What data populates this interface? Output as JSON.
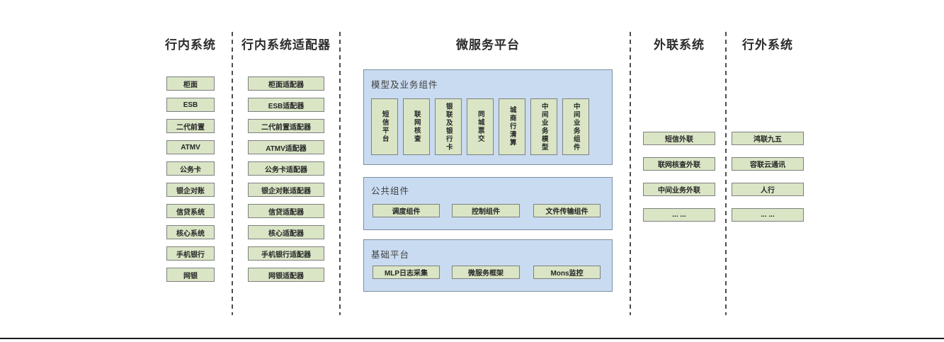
{
  "columns": {
    "internal": {
      "title": "行内系统",
      "items": [
        "柜面",
        "ESB",
        "二代前置",
        "ATMV",
        "公务卡",
        "银企对账",
        "信贷系统",
        "核心系统",
        "手机银行",
        "网银"
      ]
    },
    "adapters": {
      "title": "行内系统适配器",
      "items": [
        "柜面适配器",
        "ESB适配器",
        "二代前置适配器",
        "ATMV适配器",
        "公务卡适配器",
        "银企对账适配器",
        "信贷适配器",
        "核心适配器",
        "手机银行适配器",
        "网银适配器"
      ]
    },
    "platform": {
      "title": "微服务平台",
      "model_group": {
        "label": "模型及业务组件",
        "items": [
          "短信平台",
          "联网核查",
          "银联及银行卡",
          "同城票交",
          "城商行清算",
          "中间业务模型",
          "中间业务组件"
        ]
      },
      "common_group": {
        "label": "公共组件",
        "items": [
          "调度组件",
          "控制组件",
          "文件传输组件"
        ]
      },
      "base_group": {
        "label": "基础平台",
        "items": [
          "MLP日志采集",
          "微服务框架",
          "Mons监控"
        ]
      }
    },
    "outreach": {
      "title": "外联系统",
      "items": [
        "短信外联",
        "联网核查外联",
        "中间业务外联",
        "... ..."
      ]
    },
    "external": {
      "title": "行外系统",
      "items": [
        "鸿联九五",
        "容联云通讯",
        "人行",
        "... ..."
      ]
    }
  },
  "colors": {
    "node_fill": "#d9e5c5",
    "node_border": "#7f7f7f",
    "panel_fill": "#c9dbf0",
    "panel_border": "#7c8fa0",
    "divider": "#4d4d4d",
    "bottom_rule": "#1a1a1a"
  }
}
